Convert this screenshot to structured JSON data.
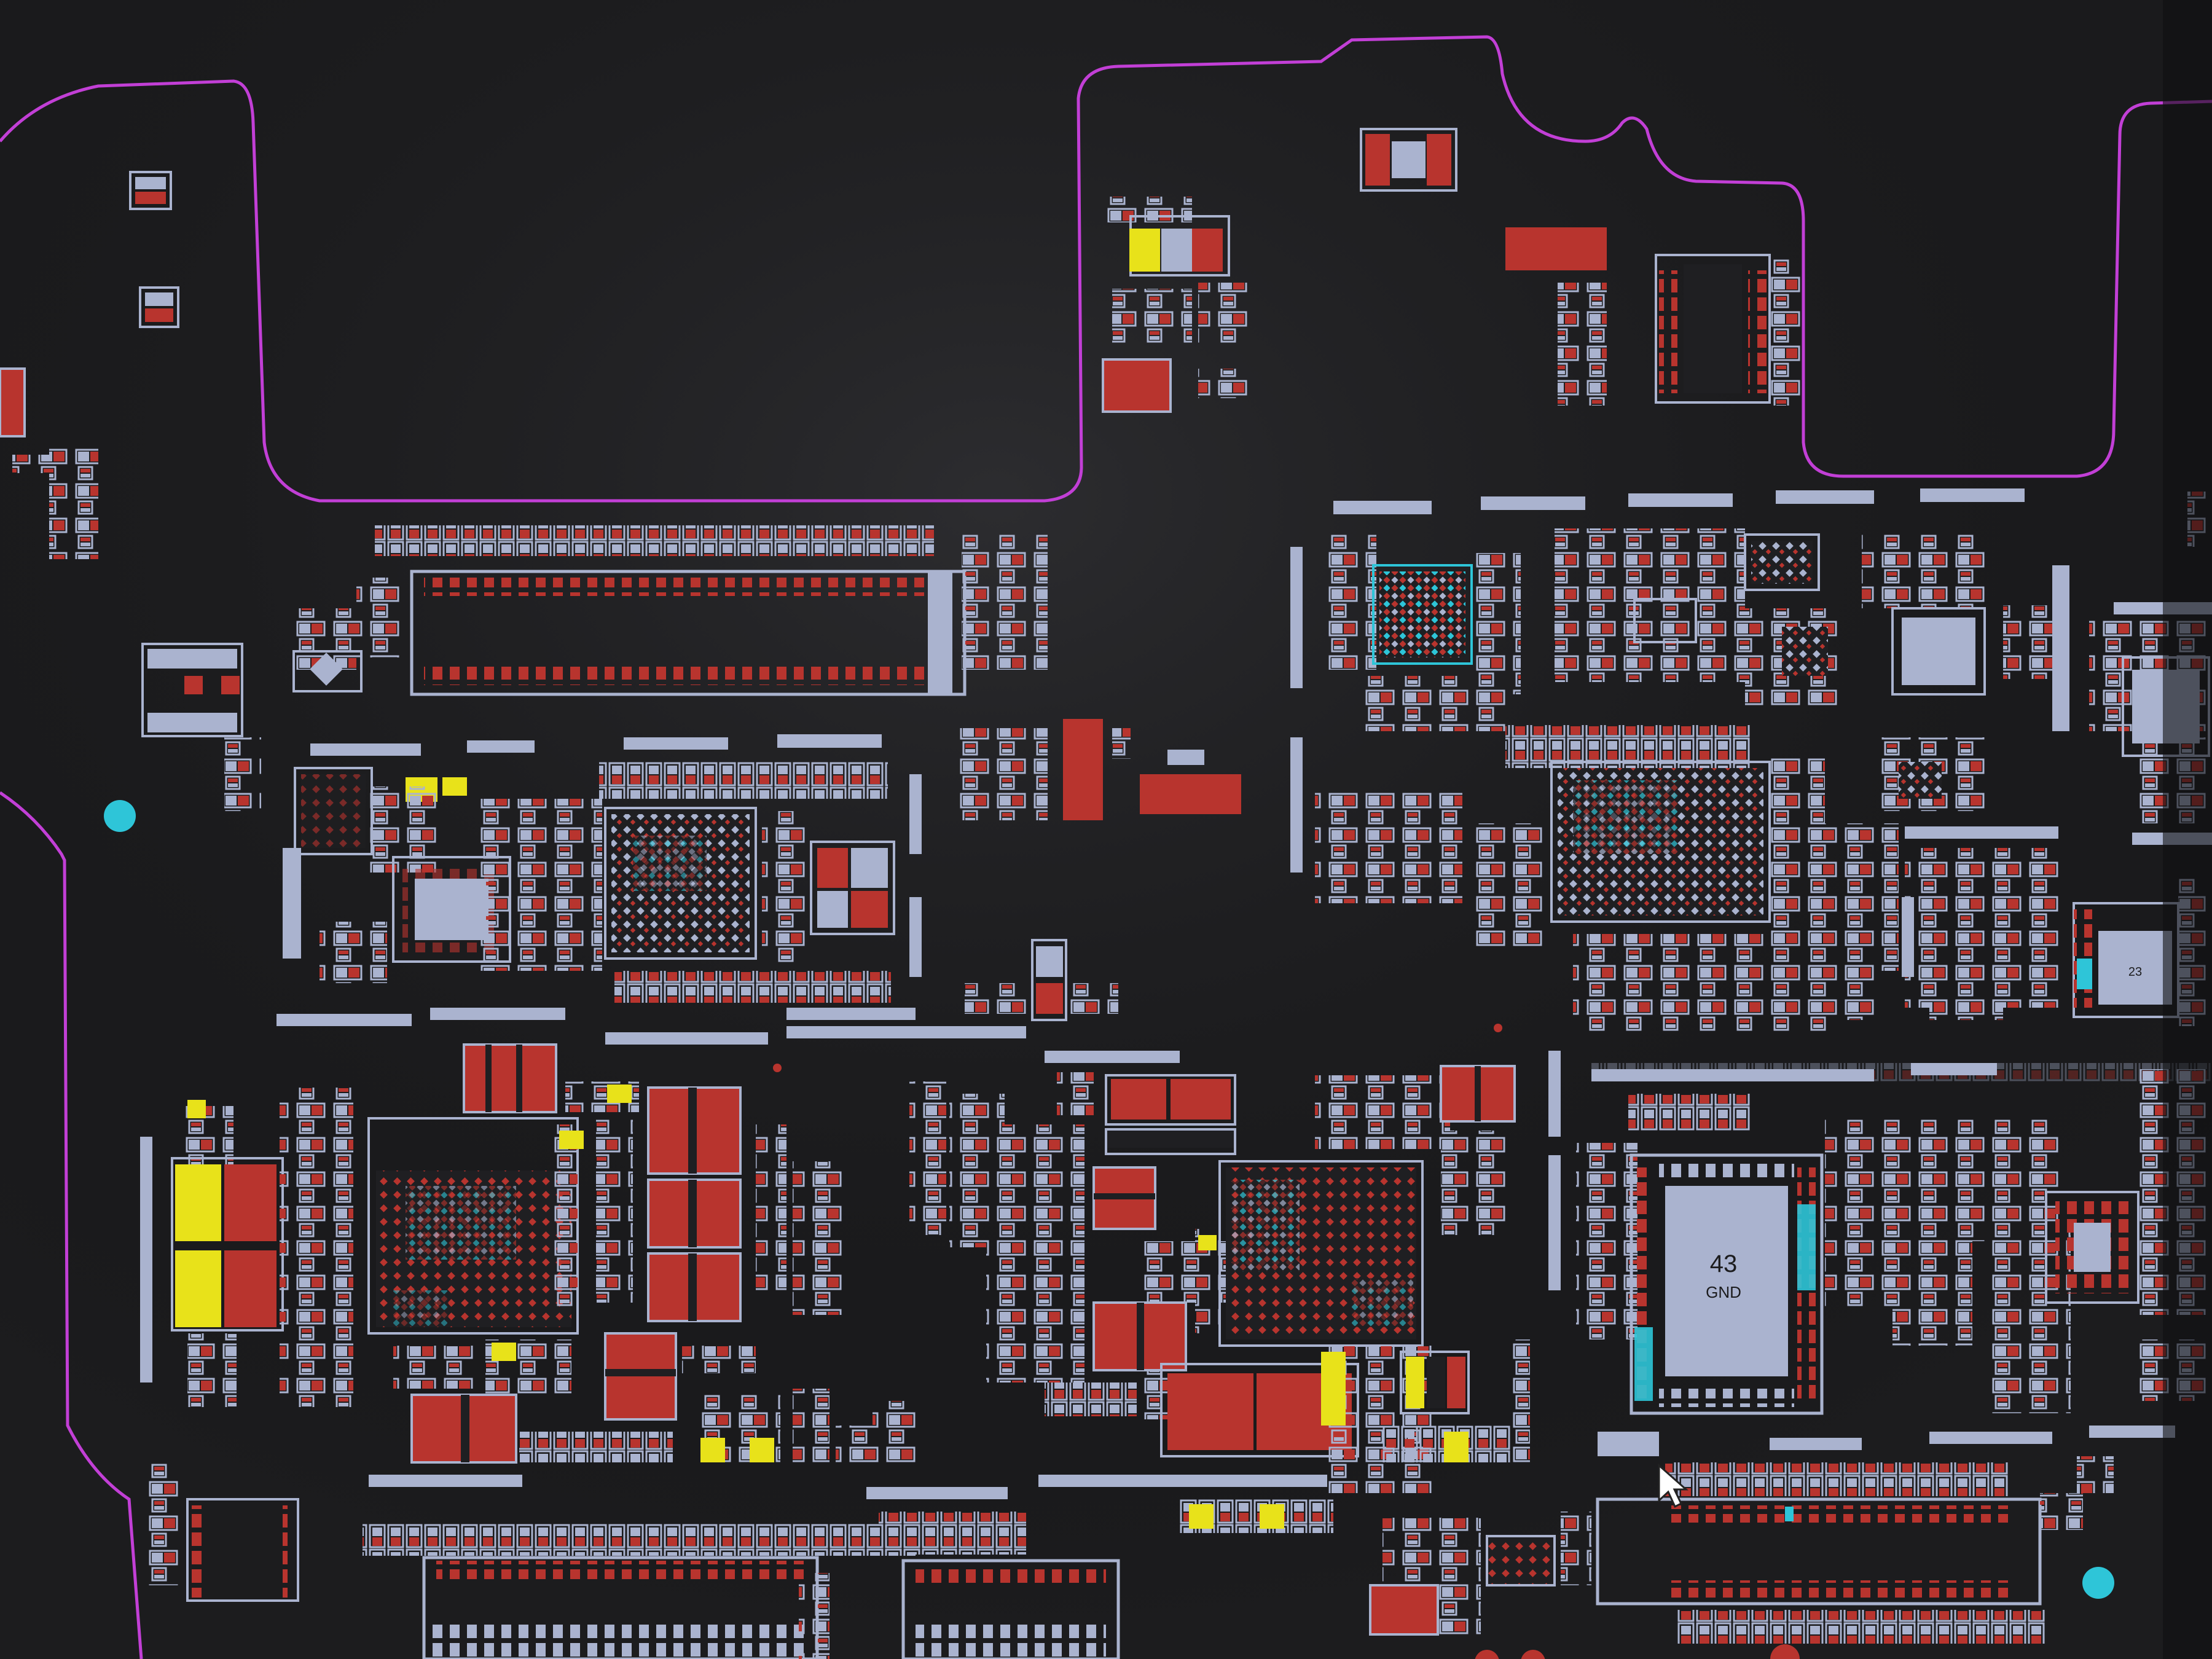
{
  "viewer": {
    "colors": {
      "background": "#1c1c1e",
      "outline": "#c23fd6",
      "pad": "#aab3cf",
      "copper": "#b8342e",
      "yellow": "#e8e21a",
      "cyan": "#2ec5d8",
      "silk": "#c9d2e6"
    }
  },
  "components": {
    "pmic_label": "43",
    "pmic_sublabel": "GND",
    "small_ic_label": "23"
  },
  "icons": {
    "cursor": "mouse-pointer-icon"
  }
}
